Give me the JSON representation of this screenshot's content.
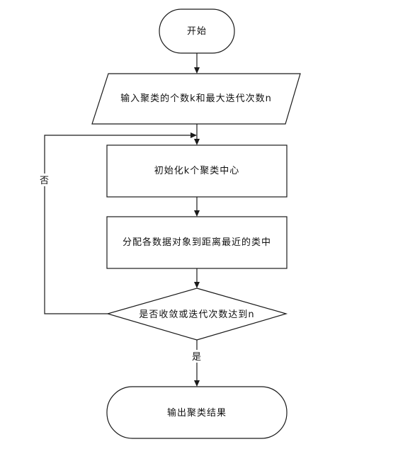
{
  "flowchart": {
    "start": "开始",
    "input": "输入聚类的个数k和最大迭代次数n",
    "init": "初始化k个聚类中心",
    "assign": "分配各数据对象到距离最近的类中",
    "decision": "是否收敛或迭代次数达到n",
    "output": "输出聚类结果",
    "label_no": "否",
    "label_yes": "是"
  }
}
